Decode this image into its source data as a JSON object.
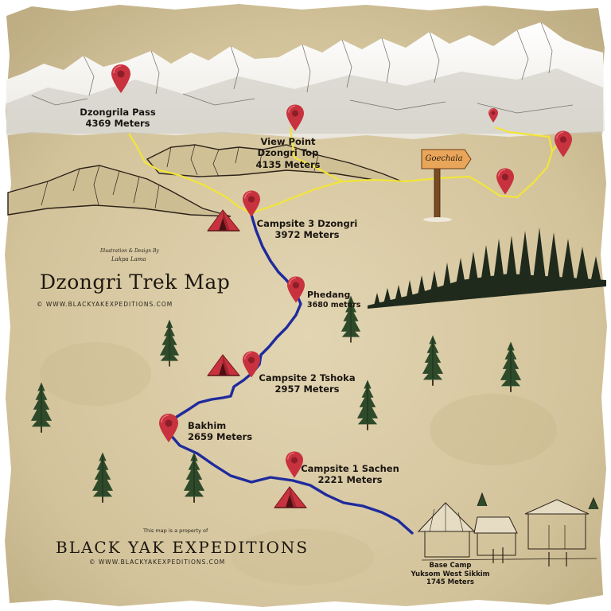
{
  "map": {
    "title": "Dzongri Trek Map",
    "website_top": "© WWW.BLACKYAKEXPEDITIONS.COM",
    "credit_line": "Illustration & Design By",
    "credit_signature": "Lakpa Lama",
    "property_note": "This map is a property of",
    "company_name": "BLACK YAK EXPEDITIONS",
    "website_bottom": "© WWW.BLACKYAKEXPEDITIONS.COM",
    "signpost": "Goechala"
  },
  "locations": {
    "dzongrila_pass": {
      "name": "Dzongrila Pass",
      "elevation": "4369 Meters"
    },
    "view_point": {
      "name": "View Point",
      "name2": "Dzongri Top",
      "elevation": "4135 Meters"
    },
    "campsite3": {
      "name": "Campsite 3 Dzongri",
      "elevation": "3972 Meters"
    },
    "phedang": {
      "name": "Phedang",
      "elevation": "3680 meters"
    },
    "campsite2": {
      "name": "Campsite 2 Tshoka",
      "elevation": "2957 Meters"
    },
    "bakhim": {
      "name": "Bakhim",
      "elevation": "2659 Meters"
    },
    "campsite1": {
      "name": "Campsite 1 Sachen",
      "elevation": "2221 Meters"
    },
    "base_camp": {
      "name": "Base Camp",
      "name2": "Yuksom West Sikkim",
      "elevation": "1745 Meters"
    }
  },
  "colors": {
    "parchment": "#d8c9a3",
    "trek_route": "#1f2a9c",
    "high_route": "#f2e53a",
    "marker": "#c8323f",
    "tent": "#c8323f",
    "ink": "#1d1710"
  }
}
